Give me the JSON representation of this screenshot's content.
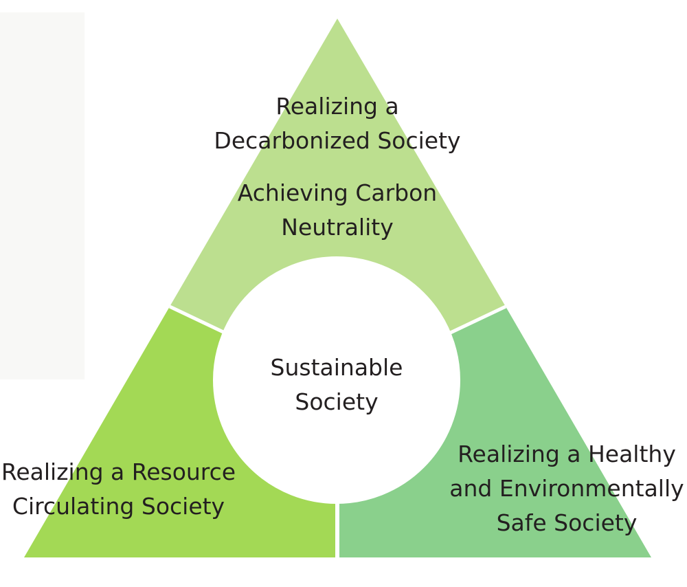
{
  "top_segment": {
    "heading_lines": [
      "Realizing a",
      "Decarbonized Society"
    ],
    "subheading_lines": [
      "Achieving Carbon",
      "Neutrality"
    ],
    "color": "#bcdf8f"
  },
  "left_segment": {
    "lines": [
      "Realizing a Resource",
      "Circulating Society"
    ],
    "color": "#a3d955"
  },
  "right_segment": {
    "lines": [
      "Realizing a Healthy",
      "and Environmentally",
      "Safe Society"
    ],
    "color": "#8ad08c"
  },
  "center": {
    "lines": [
      "Sustainable",
      "Society"
    ],
    "color": "#ffffff"
  },
  "side_panel_color": "#f8f8f6"
}
